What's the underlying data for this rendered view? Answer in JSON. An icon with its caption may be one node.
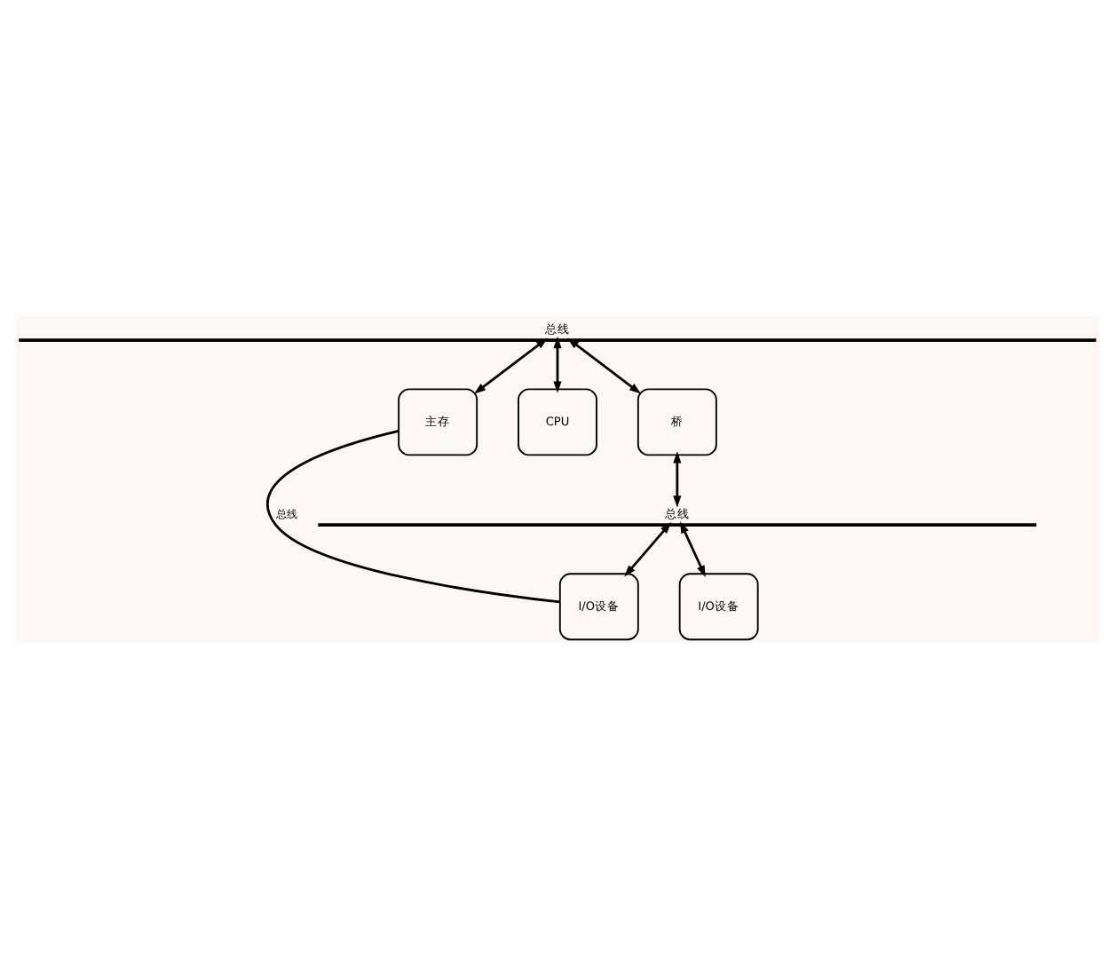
{
  "diagram": {
    "nodes": [
      {
        "text": [
          "总线"
        ]
      },
      {
        "text": [
          "主存"
        ]
      },
      {
        "text": [
          "CPU"
        ]
      },
      {
        "text": [
          "桥"
        ]
      },
      {
        "text": [
          "总线"
        ]
      },
      {
        "text": [
          "I/O设备"
        ]
      },
      {
        "text": [
          "I/O设备"
        ]
      }
    ],
    "edges": [
      {
        "from": 0,
        "to": 1,
        "arrow": "both"
      },
      {
        "from": 0,
        "to": 2,
        "arrow": "both"
      },
      {
        "from": 0,
        "to": 3,
        "arrow": "both"
      },
      {
        "from": 3,
        "to": 4,
        "arrow": "both"
      },
      {
        "from": 4,
        "to": 5,
        "arrow": "both"
      },
      {
        "from": 4,
        "to": 6,
        "arrow": "both"
      },
      {
        "from": 1,
        "to": 5,
        "arrow": "none",
        "label": "总线"
      }
    ]
  }
}
